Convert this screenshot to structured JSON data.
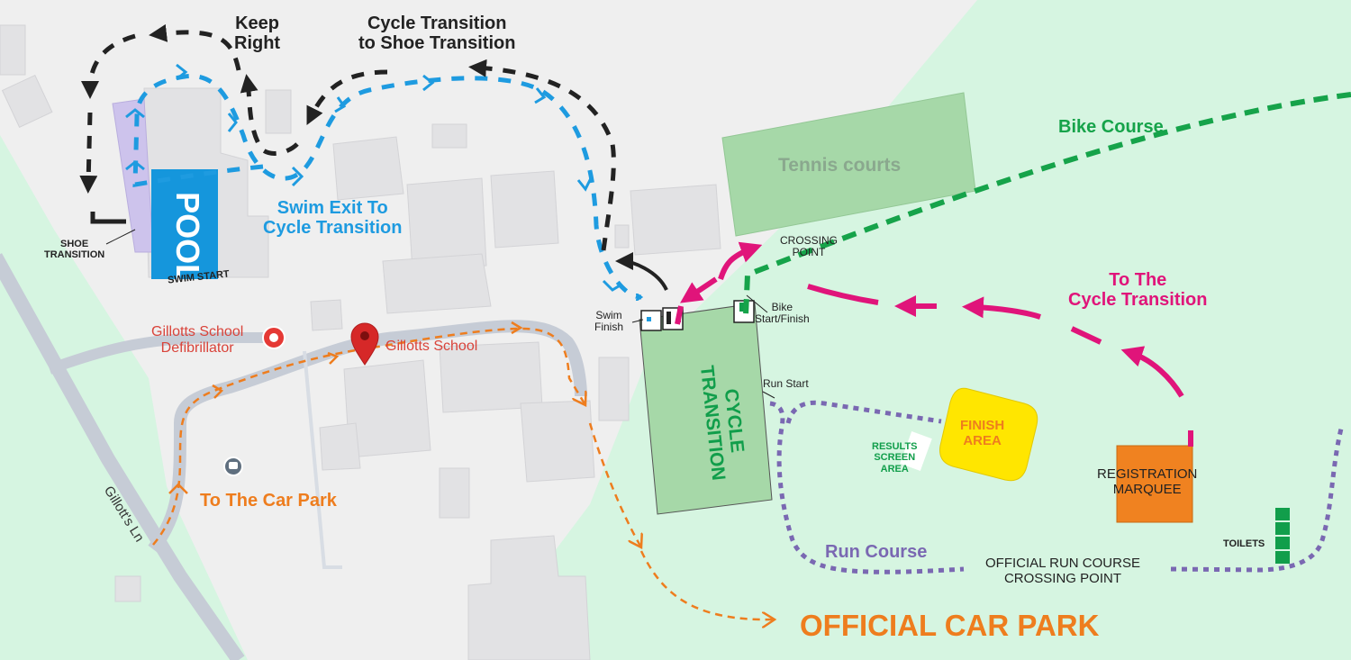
{
  "colors": {
    "swim_route": "#1e9be0",
    "cycle_route": "#222222",
    "bike_course": "#16a34a",
    "to_transition": "#e0147a",
    "car_route": "#ee7d1e",
    "run_course": "#7a68b2",
    "green_area": "#d6f5e1",
    "pool": "#1596dc",
    "finish_area": "#ffe600",
    "marquee": "#f08220"
  },
  "labels": {
    "keep_right": "Keep\nRight",
    "cycle_to_shoe": "Cycle Transition\nto Shoe Transition",
    "pool": "POOL",
    "swim_start": "SWIM START",
    "shoe_transition": "SHOE\nTRANSITION",
    "swim_exit": "Swim Exit To\nCycle Transition",
    "tennis_courts": "Tennis courts",
    "bike_course": "Bike Course",
    "crossing_point": "CROSSING\nPOINT",
    "swim_finish": "Swim\nFinish",
    "bike_start_finish": "Bike\nStart/Finish",
    "to_cycle_transition": "To The\nCycle Transition",
    "cycle_transition": "CYCLE\nTRANSITION",
    "run_start": "Run Start",
    "finish_area": "FINISH\nAREA",
    "results_screen": "RESULTS\nSCREEN\nAREA",
    "registration": "REGISTRATION\nMARQUEE",
    "toilets": "TOILETS",
    "run_course": "Run Course",
    "official_crossing": "OFFICIAL RUN COURSE\nCROSSING POINT",
    "defibrillator": "Gillotts School\nDefibrillator",
    "gillotts_school": "Gillotts School",
    "to_car_park": "To The Car Park",
    "official_car_park": "OFFICIAL CAR PARK",
    "road_name": "Gillott's Ln"
  },
  "icons": [
    "pin-icon",
    "defibrillator-pin-icon",
    "bus-stop-icon"
  ]
}
